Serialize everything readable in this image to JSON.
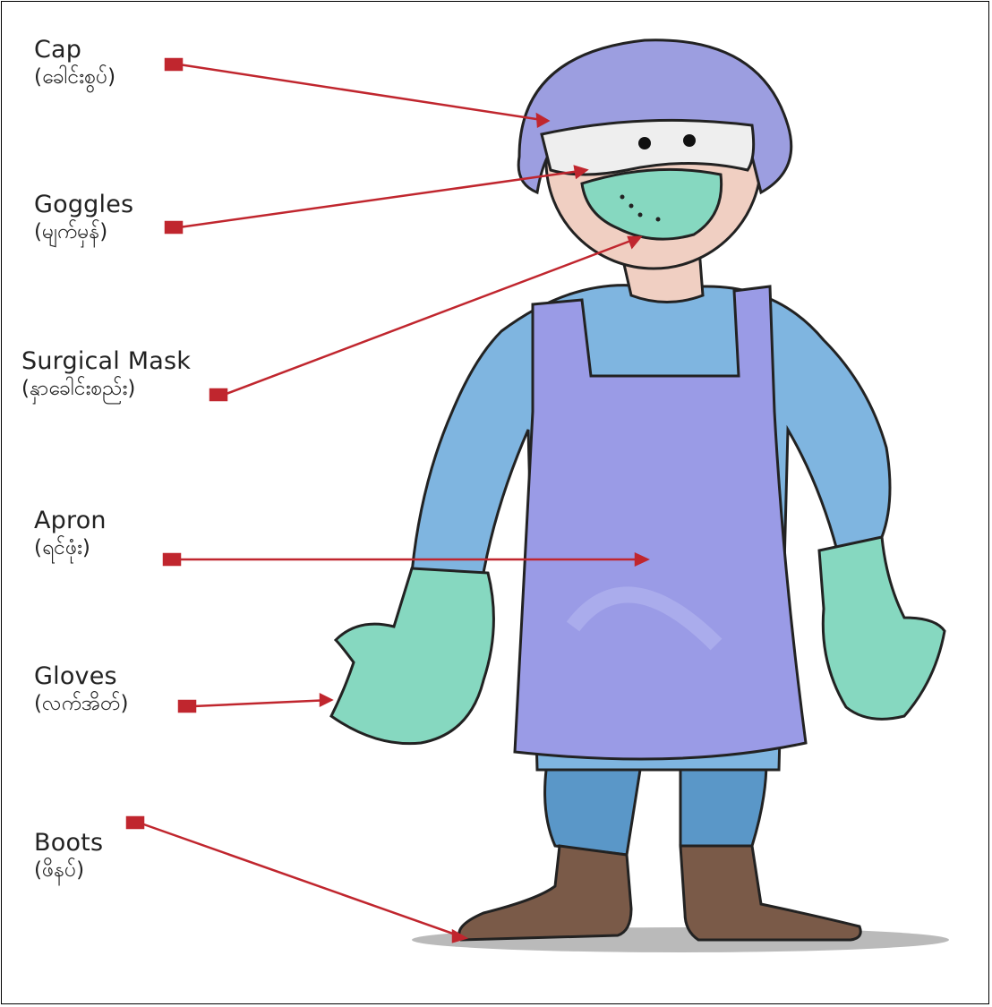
{
  "labels": {
    "cap": {
      "en": "Cap",
      "my": "(ခေါင်းစွပ်)"
    },
    "goggles": {
      "en": "Goggles",
      "my": "(မျက်မှန်)"
    },
    "mask": {
      "en": "Surgical Mask",
      "my": "(နှာခေါင်းစည်း)"
    },
    "apron": {
      "en": "Apron",
      "my": "(ရင်ဖုံး)"
    },
    "gloves": {
      "en": "Gloves",
      "my": "(လက်အိတ်)"
    },
    "boots": {
      "en": "Boots",
      "my": "(ဖိနပ်)"
    }
  },
  "colors": {
    "pointer": "#c0262e",
    "cap": "#9c9ee0",
    "goggles": "#eeeeee",
    "mask": "#86d8c0",
    "gown": "#7fb5e0",
    "apron": "#9a9be6",
    "gloves": "#86d8c0",
    "boots": "#7a5a48",
    "skin": "#f0cfc2"
  }
}
